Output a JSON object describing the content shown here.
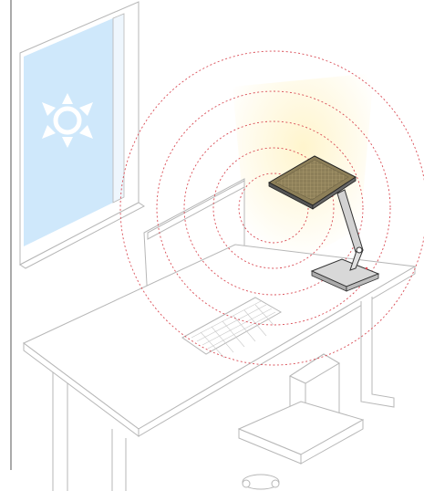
{
  "illustration": {
    "colors": {
      "line": "#b7b7b7",
      "line_dark": "#444444",
      "window_glass": "#cfe8fb",
      "sun": "#ffffff",
      "glow": "#fff3c4",
      "lamp_head": "#efe7cf",
      "lamp_metal": "#d9d9d9",
      "rings": "#d94b54"
    },
    "icons": [
      "sun-icon",
      "desk-lamp",
      "computer-monitor",
      "keyboard",
      "desktop-computer-tower",
      "office-chair",
      "wireless-range-rings"
    ]
  }
}
